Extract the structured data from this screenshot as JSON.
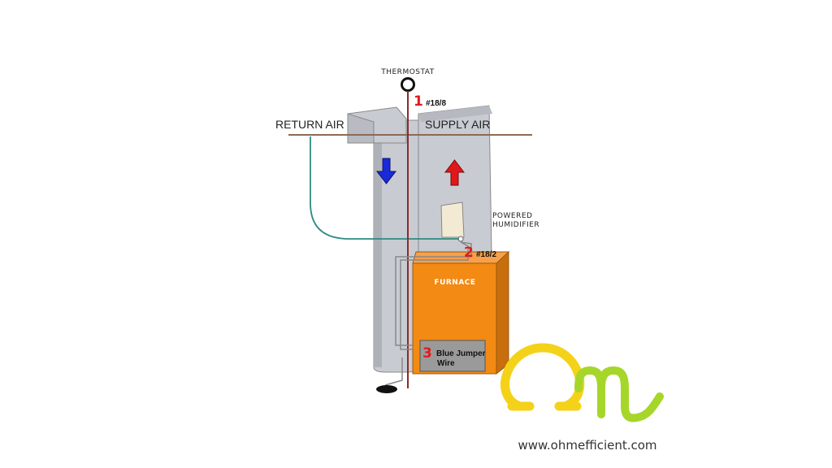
{
  "labels": {
    "thermostat": "THERMOSTAT",
    "return_air": "RETURN AIR",
    "supply_air": "SUPPLY AIR",
    "powered_humidifier_line1": "POWERED",
    "powered_humidifier_line2": "HUMIDIFIER",
    "furnace": "FURNACE",
    "jumper_line1": "Blue Jumper",
    "jumper_line2": "Wire"
  },
  "steps": [
    {
      "number": "1",
      "wire": "#18/8"
    },
    {
      "number": "2",
      "wire": "#18/2"
    },
    {
      "number": "3"
    }
  ],
  "logo": {
    "website": "www.ohmefficient.com"
  },
  "colors": {
    "duct": "#c8ccd2",
    "duct_shadow": "#aeb2b8",
    "furnace": "#f28a14",
    "furnace_side": "#c86e0c",
    "step_number": "#e21b1b",
    "supply_arrow": "#e0181b",
    "return_arrow": "#1a2ad6",
    "teal_wire": "#2f8a82",
    "thermostat_wire": "#8c2a2a",
    "logo_yellow": "#f4d21a",
    "logo_green": "#a6d62a"
  }
}
